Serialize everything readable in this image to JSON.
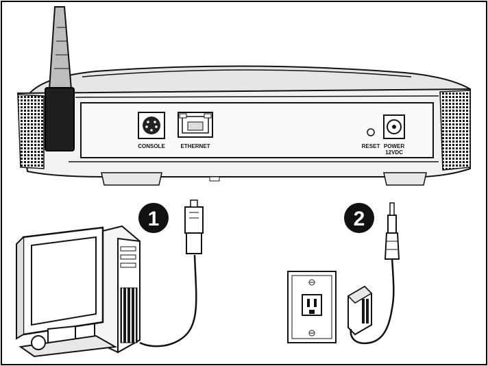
{
  "ports": {
    "console": "CONSOLE",
    "ethernet": "ETHERNET",
    "reset": "RESET",
    "power_line1": "POWER",
    "power_line2": "12VDC"
  },
  "steps": [
    {
      "number": "1"
    },
    {
      "number": "2"
    }
  ]
}
